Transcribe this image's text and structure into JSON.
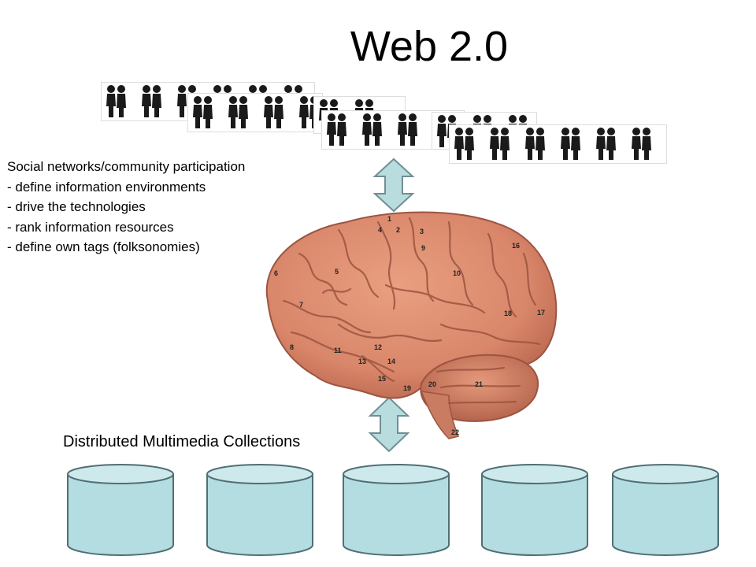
{
  "slide": {
    "title": "Web 2.0",
    "bullets": [
      "Social networks/community participation",
      "- define information environments",
      "- drive the technologies",
      "- rank information resources",
      "- define own tags (folksonomies)"
    ],
    "collections_label": "Distributed Multimedia Collections",
    "brain_labels": [
      "1",
      "2",
      "3",
      "4",
      "5",
      "6",
      "7",
      "8",
      "9",
      "10",
      "11",
      "12",
      "13",
      "14",
      "15",
      "16",
      "17",
      "18",
      "19",
      "20",
      "21",
      "22"
    ]
  },
  "colors": {
    "arrow_fill": "#b9dcdf",
    "arrow_stroke": "#6f8f94",
    "db_fill": "#b3dde1",
    "db_top": "#cde9ec",
    "db_stroke": "#4f6f74",
    "brain": "#d9896e",
    "people": "#1a1a1a"
  },
  "icons": {
    "people": "person-pair-icon",
    "arrow": "double-arrow-icon",
    "database": "database-cylinder-icon",
    "brain": "brain-image"
  }
}
